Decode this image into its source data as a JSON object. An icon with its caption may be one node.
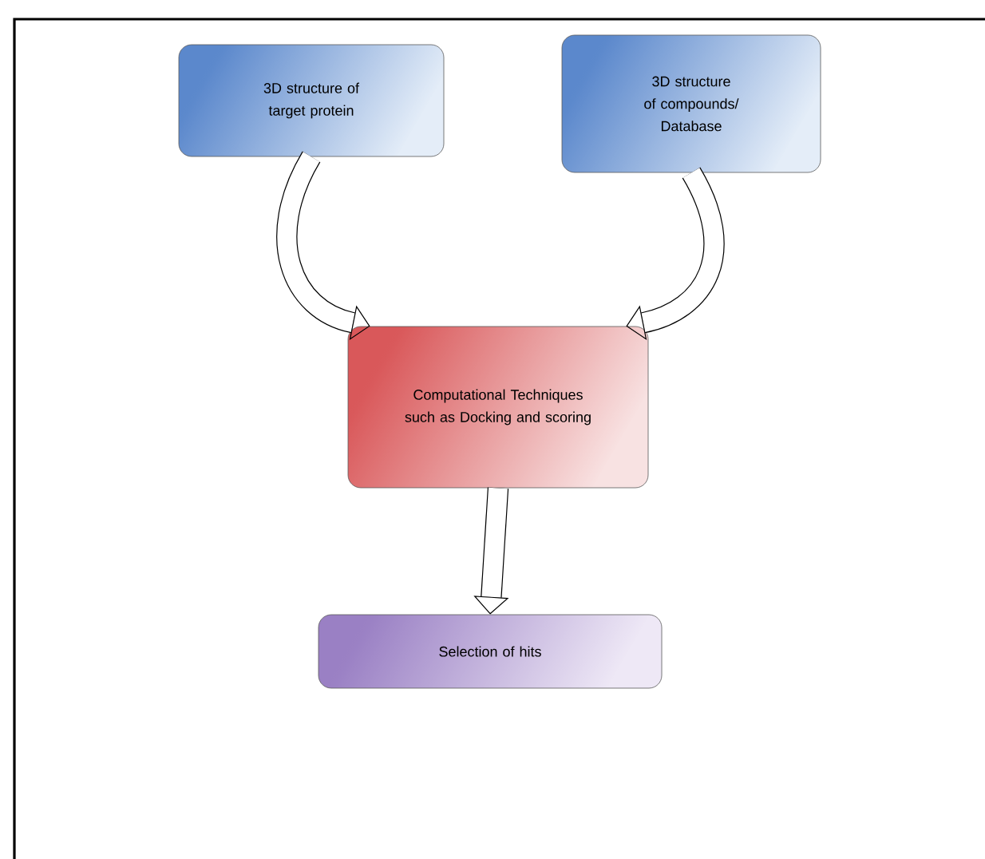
{
  "diagram": {
    "nodes": [
      {
        "text": [
          "3D structure of target protein"
        ]
      },
      {
        "text": [
          "3D structure of compounds/ Database"
        ]
      },
      {
        "text": [
          "Computational Techniques such as Docking and scoring"
        ]
      },
      {
        "text": [
          "Selection of hits"
        ]
      }
    ],
    "edges": [
      {
        "from": 0,
        "to": 2,
        "arrow": "to"
      },
      {
        "from": 1,
        "to": 2,
        "arrow": "to"
      },
      {
        "from": 2,
        "to": 3,
        "arrow": "to"
      }
    ]
  }
}
